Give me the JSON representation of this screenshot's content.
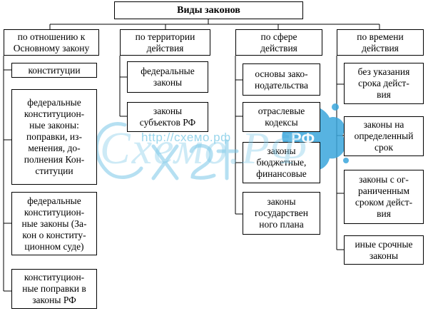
{
  "title": "Виды законов",
  "columns": [
    {
      "header": "по отношению к\nОсновному закону",
      "items": [
        "конституции",
        "федеральные\nконституцион-\nные законы:\nпоправки, из-\nменения, до-\nполнения Кон-\nституции",
        "федеральные\nконституцион-\nные законы (За-\nкон о конститу-\nционном суде)",
        "конституцион-\nные поправки в\nзаконы РФ"
      ]
    },
    {
      "header": "по территории\nдействия",
      "items": [
        "федеральные\nзаконы",
        "законы\nсубъектов РФ"
      ]
    },
    {
      "header": "по сфере\nдействия",
      "items": [
        "основы зако-\nнодательства",
        "отраслевые\nкодексы",
        "законы\nбюджетные,\nфинансовые",
        "законы\nгосударствен\nного плана"
      ]
    },
    {
      "header": "по времени\nдействия",
      "items": [
        "без указания\nсрока дейст-\nвия",
        "законы на\nопределенный\nсрок",
        "законы с ог-\nраниченным\nсроком дейст-\nвия",
        "иные срочные\nзаконы"
      ]
    }
  ],
  "watermark": {
    "url": "http://схемо.рф",
    "logo": "Схемо.РФ",
    "badge": "РФ"
  },
  "colors": {
    "watermark": "#7cc8e8",
    "badge_splash": "#3aa6dc"
  }
}
